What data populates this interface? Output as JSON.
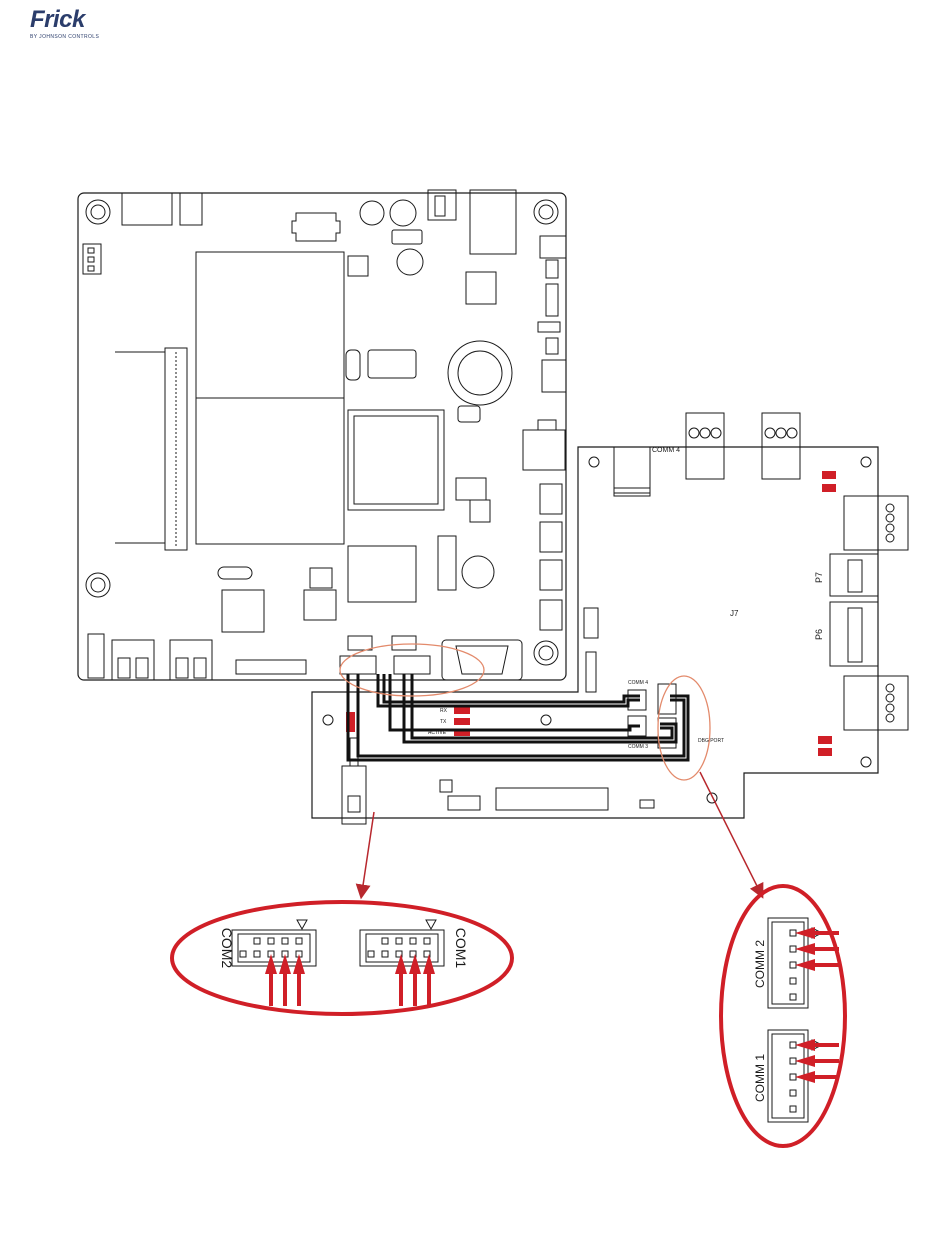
{
  "logo": {
    "brand": "Frick",
    "tagline": "BY JOHNSON CONTROLS"
  },
  "mainboard": {
    "com1_label": "COM1",
    "com2_label": "COM2"
  },
  "comm_board": {
    "comm4_label": "COMM 4",
    "comm3_label": "COMM 3",
    "p7_label": "P7",
    "p6_label": "P6",
    "j7_label": "J7",
    "led_labels": [
      "RX",
      "TX",
      "ACTIVE"
    ],
    "comm1_small": "COMM 1",
    "comm2_small": "COMM 2",
    "comm_sm4": "COMM 4",
    "comm_sm3": "COMM 3",
    "dbg_port": "DBG PORT"
  },
  "zoom_left": {
    "com2_label": "COM2",
    "com1_label": "COM1"
  },
  "zoom_right": {
    "comm2_label": "COMM 2",
    "comm1_label": "COMM 1"
  },
  "colors": {
    "highlight": "#d01f27",
    "callout_line": "#b8282e",
    "outline": "#1a1a1a",
    "logo": "#2b3d6b",
    "circle_annotation": "#e38a6b"
  }
}
